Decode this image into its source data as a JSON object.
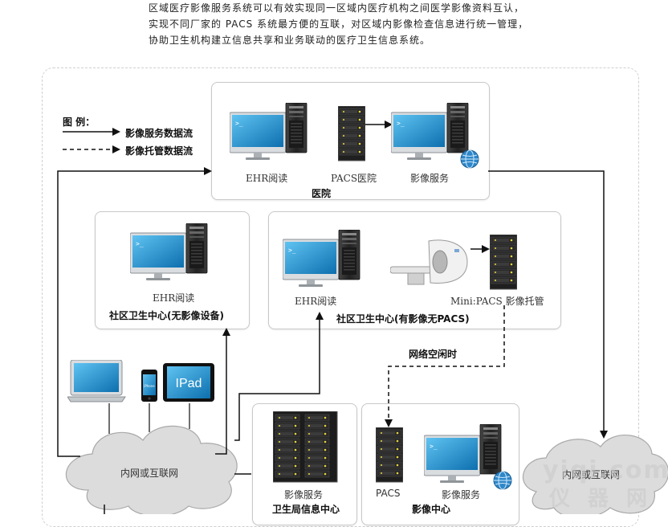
{
  "intro": {
    "line1": "区域医疗影像服务系统可以有效实现同一区域内医疗机构之间医学影像资料互认，",
    "line2": "实现不同厂家的 PACS 系统最方便的互联，对区域内影像检查信息进行统一管理，",
    "line3": "协助卫生机构建立信息共享和业务联动的医疗卫生信息系统。"
  },
  "legend": {
    "title": "图 例：",
    "solid": "影像服务数据流",
    "dashed": "影像托管数据流"
  },
  "hospital": {
    "title": "医院",
    "ehr": "EHR阅读",
    "pacs": "PACS医院",
    "service": "影像服务"
  },
  "community_no_device": {
    "title": "社区卫生中心(无影像设备)",
    "ehr": "EHR阅读"
  },
  "community_device": {
    "title": "社区卫生中心(有影像无PACS)",
    "ehr": "EHR阅读",
    "mini_pacs": "Mini:PACS 影像托管"
  },
  "mobile": {
    "ipad_text": "IPad",
    "iphone_text": "iPhone"
  },
  "network": {
    "idle": "网络空闲时",
    "cloud_left": "内网或互联网",
    "cloud_right": "内网或互联网"
  },
  "bureau": {
    "service": "影像服务",
    "title": "卫生局信息中心"
  },
  "imaging_center": {
    "pacs": "PACS",
    "service": "影像服务",
    "title": "影像中心"
  },
  "watermark": {
    "line1": "yiqi.com",
    "line2": "仪器网"
  },
  "colors": {
    "screen_blue": "#1f8fd0",
    "tower_dark": "#2b2b2b",
    "server_led": "#e8d23a",
    "line": "#111111"
  }
}
